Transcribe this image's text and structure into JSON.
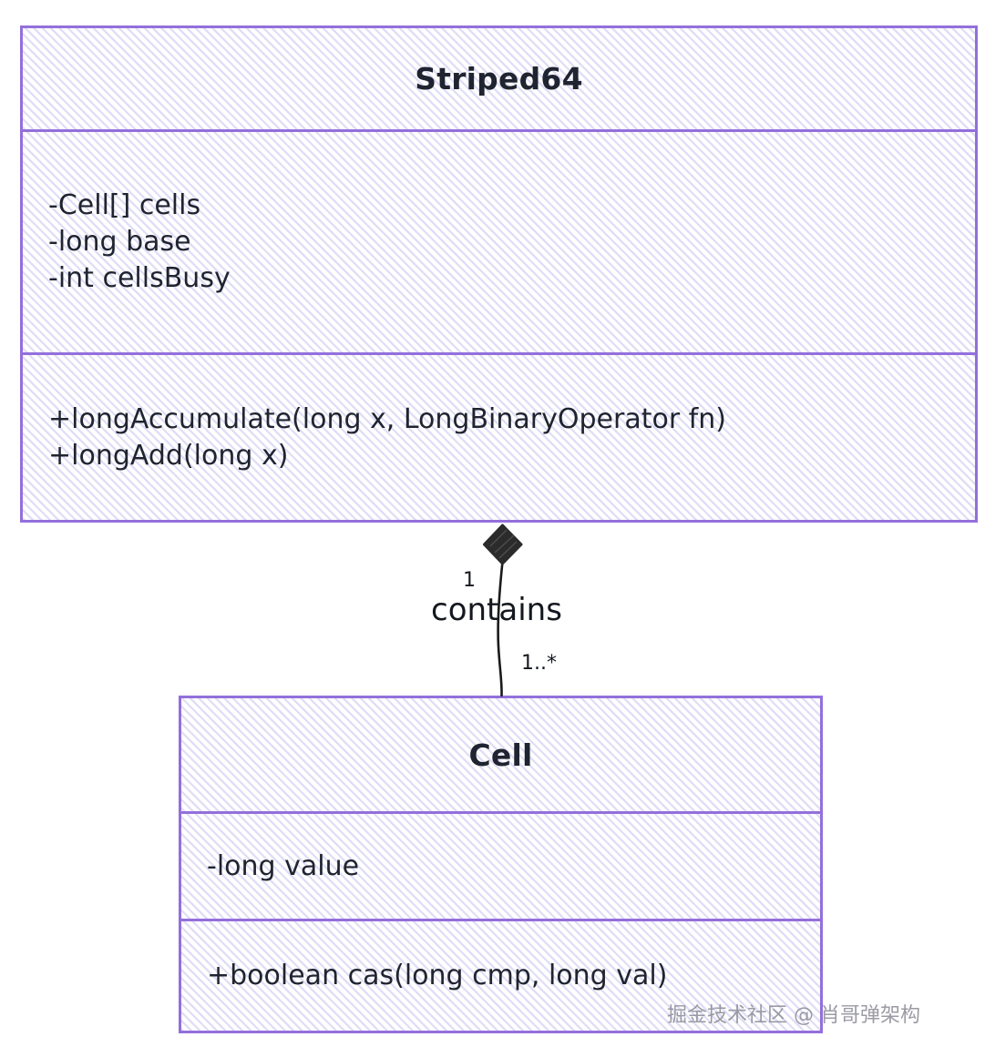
{
  "diagram": {
    "type": "uml-class-diagram",
    "background_color": "#ffffff",
    "border_color": "#9370db",
    "hatch_color": "#dedbf5",
    "text_color": "#1f2430",
    "classes": [
      {
        "id": "striped64",
        "name": "Striped64",
        "attributes": [
          "-Cell[] cells",
          "-long base",
          "-int cellsBusy"
        ],
        "methods": [
          "+longAccumulate(long x, LongBinaryOperator fn)",
          "+longAdd(long x)"
        ]
      },
      {
        "id": "cell",
        "name": "Cell",
        "attributes": [
          "-long value"
        ],
        "methods": [
          "+boolean cas(long cmp, long val)"
        ]
      }
    ],
    "relationship": {
      "kind": "composition",
      "label": "contains",
      "source": "Striped64",
      "target": "Cell",
      "source_multiplicity": "1",
      "target_multiplicity": "1..*",
      "marker": "filled-diamond",
      "marker_color": "#2b2b2b"
    }
  },
  "watermark": {
    "text": "掘金技术社区 @ 肖哥弹架构"
  }
}
